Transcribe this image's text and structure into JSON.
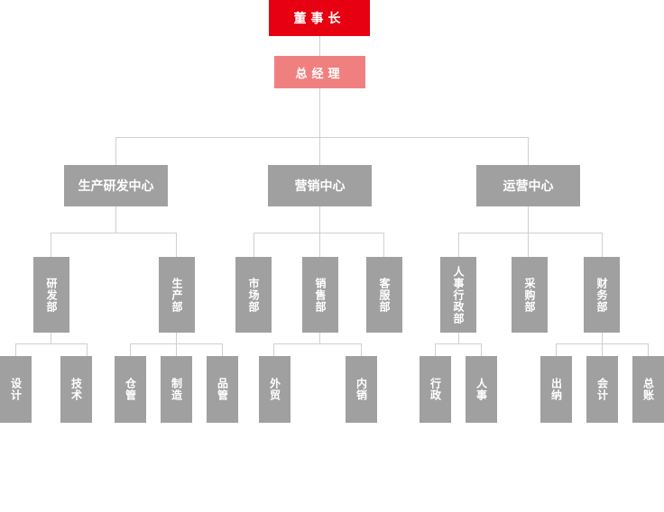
{
  "colors": {
    "chairman_bg": "#e60012",
    "gm_bg": "#f08080",
    "box_bg": "#a0a0a0",
    "connector": "#d0d0d0",
    "text": "#ffffff"
  },
  "org": {
    "chairman": "董事长",
    "general_manager": "总经理",
    "centers": [
      {
        "name": "生产研发中心",
        "departments": [
          {
            "name": "研发部",
            "units": [
              "设计",
              "技术"
            ]
          },
          {
            "name": "生产部",
            "units": [
              "仓管",
              "制造",
              "品管"
            ]
          }
        ]
      },
      {
        "name": "营销中心",
        "departments": [
          {
            "name": "市场部",
            "units": []
          },
          {
            "name": "销售部",
            "units": [
              "外贸",
              "内销"
            ]
          },
          {
            "name": "客服部",
            "units": []
          }
        ]
      },
      {
        "name": "运营中心",
        "departments": [
          {
            "name": "人事行政部",
            "units": [
              "行政",
              "人事"
            ]
          },
          {
            "name": "采购部",
            "units": []
          },
          {
            "name": "财务部",
            "units": [
              "出纳",
              "会计",
              "总账"
            ]
          }
        ]
      }
    ]
  }
}
